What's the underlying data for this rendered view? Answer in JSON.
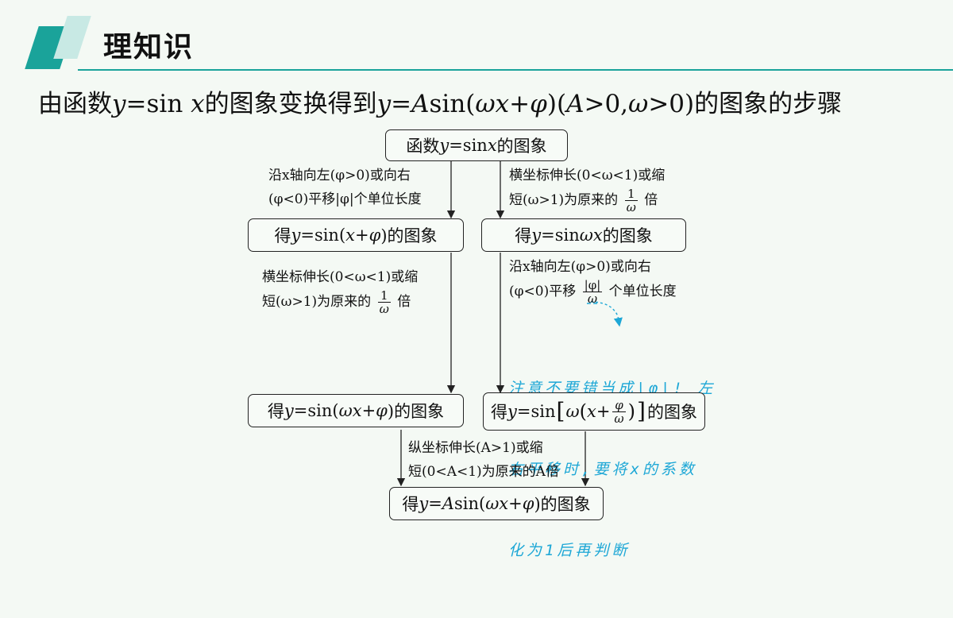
{
  "header": {
    "title": "理知识",
    "colors": {
      "accent": "#1aa39a",
      "accent_light": "#c8e9e4"
    }
  },
  "heading": {
    "p1": "由函数",
    "y1": "y",
    "p2": "=sin ",
    "x1": "x",
    "p3": "的图象变换得到",
    "y2": "y",
    "p4": "=",
    "A1": "A",
    "p5": "sin(",
    "wx": "ωx",
    "p6": "+",
    "phi": "φ",
    "p7": ")(",
    "A2": "A",
    "p8": ">0,",
    "w": "ω",
    "p9": ">0)的图象的步骤"
  },
  "flowchart": {
    "top_box": {
      "a": "函数 ",
      "y": "y",
      "b": "=sin ",
      "x": "x",
      "c": "的图象"
    },
    "left_step1": {
      "line1": "沿x轴向左(φ>0)或向右",
      "line2": "(φ<0)平移|φ|个单位长度"
    },
    "right_step1": {
      "line1": "横坐标伸长(0<ω<1)或缩",
      "line2a": "短(ω>1)为原来的",
      "frac_num": "1",
      "frac_den": "ω",
      "line2b": "倍"
    },
    "left_box1": {
      "a": "得 ",
      "y": "y",
      "b": "=sin(",
      "x": "x",
      "c": "+",
      "phi": "φ",
      "d": ")的图象"
    },
    "right_box1": {
      "a": "得 ",
      "y": "y",
      "b": "=sin ",
      "wx": "ωx",
      "c": "的图象"
    },
    "left_step2": {
      "line1": "横坐标伸长(0<ω<1)或缩",
      "line2a": "短(ω>1)为原来的",
      "frac_num": "1",
      "frac_den": "ω",
      "line2b": "倍"
    },
    "right_step2": {
      "line1": "沿x轴向左(φ>0)或向右",
      "line2a": "(φ<0)平移",
      "frac_num": "|φ|",
      "frac_den": "ω",
      "line2b": "个单位长度"
    },
    "handwritten_note": {
      "line1": "注意不要错当成|φ|! 左",
      "line2": "右平移时,要将x的系数",
      "line3": "化为1后再判断",
      "color": "#1da7d6"
    },
    "left_box2": {
      "a": "得 ",
      "y": "y",
      "b": "=sin(",
      "wx": "ωx",
      "c": "+",
      "phi": "φ",
      "d": ")的图象"
    },
    "right_box2": {
      "a": "得 ",
      "y": "y",
      "b": "=sin",
      "w": "ω",
      "c": "(",
      "x": "x",
      "d": "+",
      "frac_num": "φ",
      "frac_den": "ω",
      "e": ")",
      "f": "的图象"
    },
    "bottom_step": {
      "line1": "纵坐标伸长(A>1)或缩",
      "line2": "短(0<A<1)为原来的A倍"
    },
    "bottom_box": {
      "a": "得 ",
      "y": "y",
      "b": "=",
      "A": "A",
      "c": "sin(",
      "wx": "ωx",
      "d": "+",
      "phi": "φ",
      "e": ")的图象"
    }
  }
}
